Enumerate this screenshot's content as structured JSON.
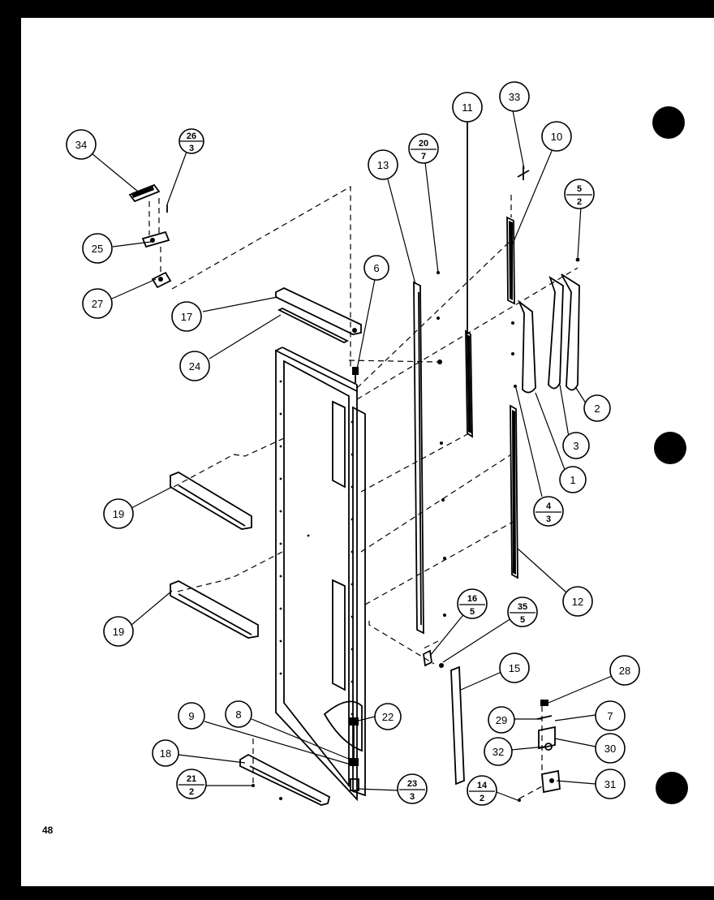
{
  "page_number": "48",
  "callouts": [
    {
      "id": "34",
      "label": "34"
    },
    {
      "id": "26-3",
      "num": "26",
      "den": "3"
    },
    {
      "id": "25",
      "label": "25"
    },
    {
      "id": "27",
      "label": "27"
    },
    {
      "id": "17",
      "label": "17"
    },
    {
      "id": "24",
      "label": "24"
    },
    {
      "id": "6",
      "label": "6"
    },
    {
      "id": "13",
      "label": "13"
    },
    {
      "id": "20-7",
      "num": "20",
      "den": "7"
    },
    {
      "id": "11",
      "label": "11"
    },
    {
      "id": "33",
      "label": "33"
    },
    {
      "id": "10",
      "label": "10"
    },
    {
      "id": "5-2",
      "num": "5",
      "den": "2"
    },
    {
      "id": "2",
      "label": "2"
    },
    {
      "id": "3",
      "label": "3"
    },
    {
      "id": "1",
      "label": "1"
    },
    {
      "id": "4-3",
      "num": "4",
      "den": "3"
    },
    {
      "id": "12",
      "label": "12"
    },
    {
      "id": "19a",
      "label": "19"
    },
    {
      "id": "19b",
      "label": "19"
    },
    {
      "id": "16-5",
      "num": "16",
      "den": "5"
    },
    {
      "id": "35-5",
      "num": "35",
      "den": "5"
    },
    {
      "id": "15",
      "label": "15"
    },
    {
      "id": "28",
      "label": "28"
    },
    {
      "id": "29",
      "label": "29"
    },
    {
      "id": "7",
      "label": "7"
    },
    {
      "id": "32",
      "label": "32"
    },
    {
      "id": "30",
      "label": "30"
    },
    {
      "id": "31",
      "label": "31"
    },
    {
      "id": "14-2",
      "num": "14",
      "den": "2"
    },
    {
      "id": "22",
      "label": "22"
    },
    {
      "id": "9",
      "label": "9"
    },
    {
      "id": "8",
      "label": "8"
    },
    {
      "id": "18",
      "label": "18"
    },
    {
      "id": "21-2",
      "num": "21",
      "den": "2"
    },
    {
      "id": "23-3",
      "num": "23",
      "den": "3"
    }
  ]
}
